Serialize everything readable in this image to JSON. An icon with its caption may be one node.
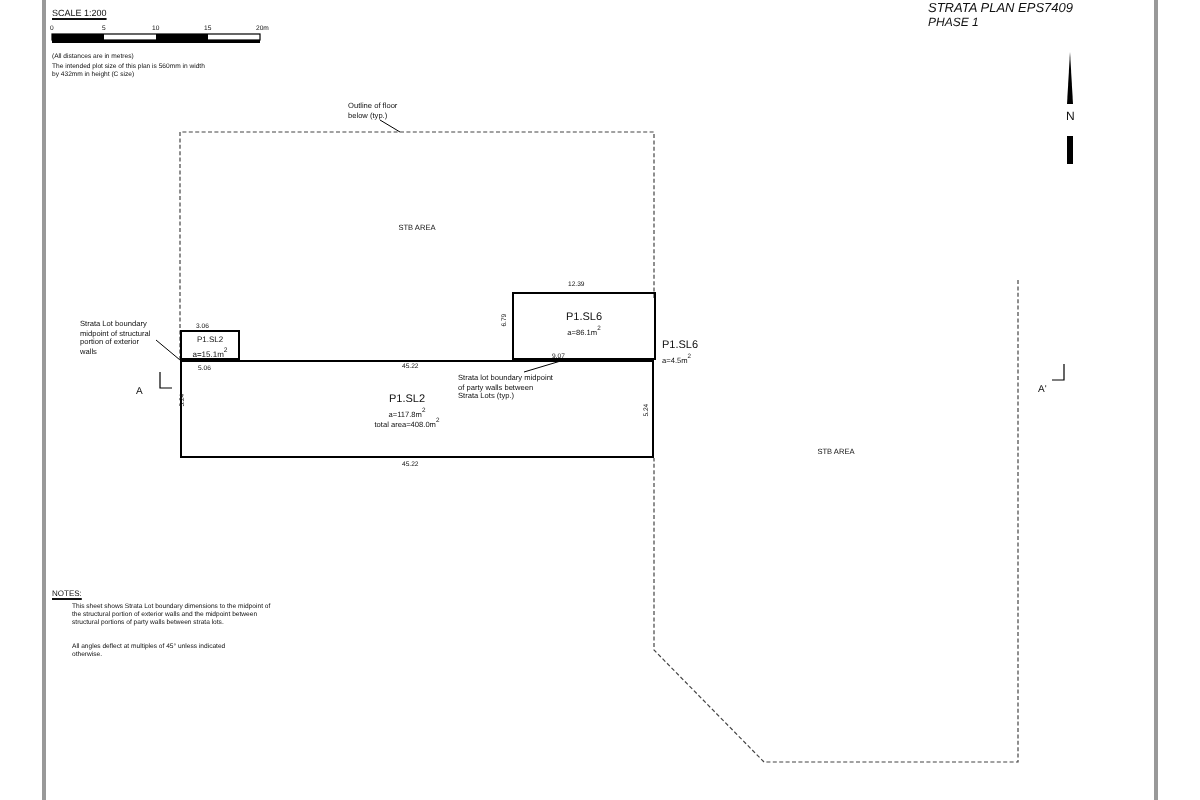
{
  "diagram": {
    "nodes": [
      {
        "text": [
          "Outline of floor below (typ.)"
        ]
      },
      {
        "text": [
          "Strata Lot boundary midpoint of structural portion of exterior walls"
        ]
      },
      {
        "text": [
          "Strata lot boundary midpoint of party walls between Strata Lots (typ.)"
        ],
        "in": 3
      },
      {
        "text": [
          "P1.SL2",
          "a=117.8m$^{2}$",
          "total area=408.0m$^{2}$"
        ]
      },
      {
        "text": [
          "P1.SL6",
          "a=86.1m$^{2}$"
        ],
        "in": 5
      },
      {
        "text": [
          "STB AREA"
        ]
      },
      {
        "text": [
          "STB AREA"
        ]
      },
      {
        "text": [
          "P1.SL2",
          "a=15.1m$^{2}$"
        ],
        "in": 5
      },
      {
        "text": [
          "P1.SL6",
          "a=4.5m$^{2}$"
        ],
        "in": 6
      }
    ],
    "edges": [
      {
        "from": 0,
        "to": 5,
        "arrow": "none"
      },
      {
        "from": 1,
        "to": 3,
        "arrow": "none"
      },
      {
        "from": 2,
        "to": 4,
        "arrow": "none"
      }
    ],
    "labels": [
      "STRATA PLAN EPS7409",
      "PHASE 1",
      "SCALE 1:200",
      "0",
      "5",
      "10",
      "15",
      "20m",
      "(All distances are in metres)",
      "The intended plot size of this plan is 560mm in width by 432mm in height (C size)",
      "N",
      "3.06",
      "5.06",
      "5.24",
      "45.22",
      "45.22",
      "12.39",
      "6.79",
      "9.07",
      "5.24",
      "A",
      "A'",
      "NOTES:",
      "This sheet shows Strata Lot boundary dimensions to the midpoint of the structural portion of exterior walls and the midpoint between structural portions of party walls between strata lots.",
      "All angles deflect at multiples of 45° unless indicated otherwise."
    ]
  }
}
